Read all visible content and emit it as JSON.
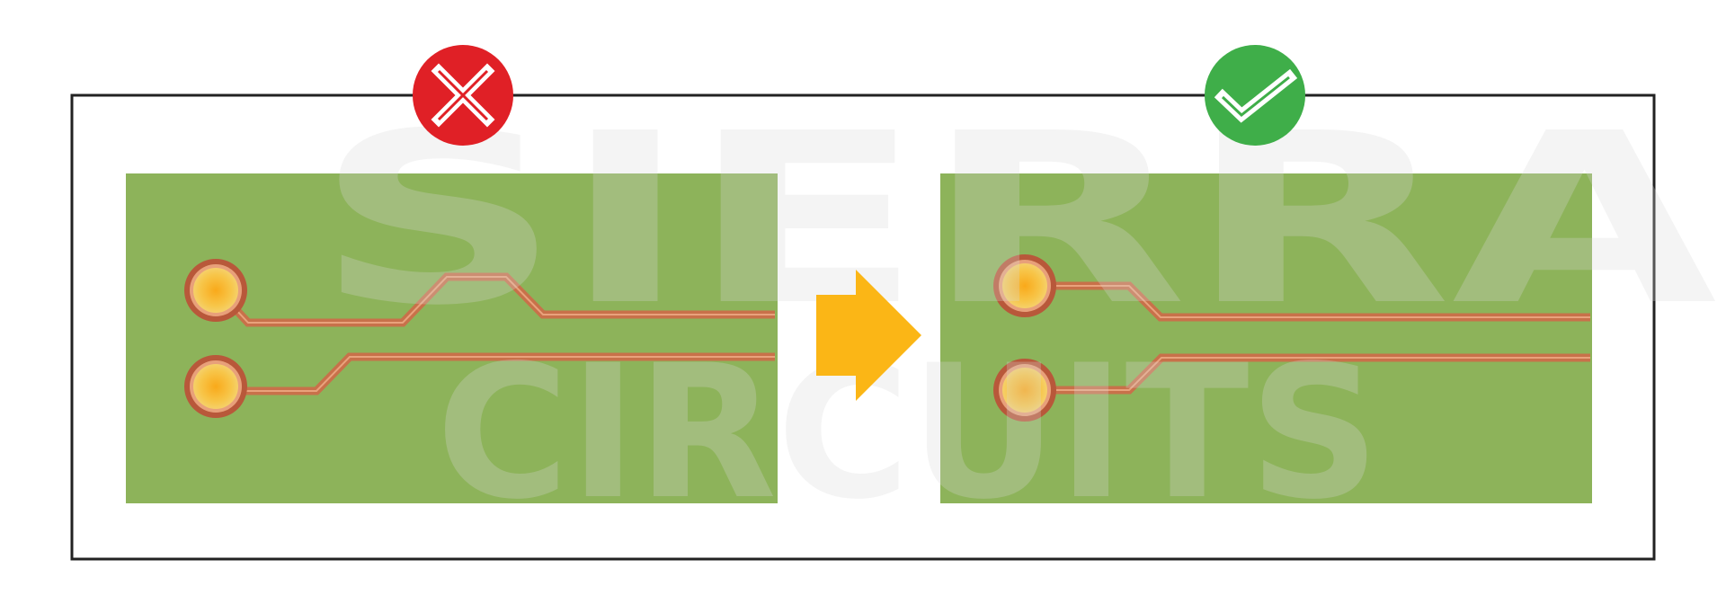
{
  "watermark": {
    "line1": "SIERRA",
    "line2": "CIRCUITS",
    "fill": "#d9d9d9"
  },
  "colors": {
    "frame": "#222222",
    "board": "#8db35a",
    "trace": "#c8714a",
    "trace_highlight": "#e9a27c",
    "pad_outer": "#b8583a",
    "pad_inner": "#f7b928",
    "arrow": "#fbb616",
    "bad_badge": "#e02026",
    "good_badge": "#3fae49"
  },
  "icons": {
    "bad": "x-mark-icon",
    "good": "check-mark-icon",
    "transition": "arrow-right-icon"
  },
  "panels": [
    {
      "name": "incorrect-routing",
      "status": "bad",
      "traces": 2
    },
    {
      "name": "correct-routing",
      "status": "good",
      "traces": 2
    }
  ]
}
